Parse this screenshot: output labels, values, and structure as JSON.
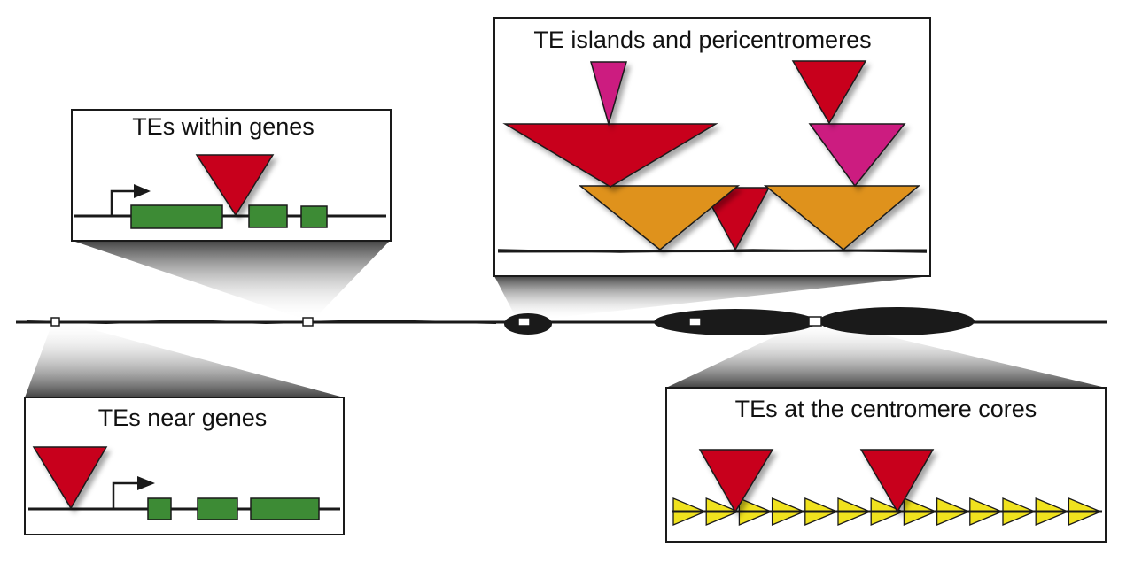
{
  "panels": {
    "within_genes": {
      "title": "TEs within genes"
    },
    "near_genes": {
      "title": "TEs near genes"
    },
    "islands": {
      "title": "TE islands and pericentromeres"
    },
    "centromere": {
      "title": "TEs at the centromere cores"
    }
  },
  "colors": {
    "te_red": "#c8001e",
    "te_magenta": "#cc1a80",
    "te_orange": "#df921b",
    "te_yellow": "#f0e21e",
    "gene_green": "#3d8b35",
    "dna_black": "#1a1a1a",
    "shadow_gray": "#8a8a8a"
  },
  "icons": [
    "transcription-start-arrow-icon",
    "te-triangle-icon",
    "exon-box-icon"
  ]
}
